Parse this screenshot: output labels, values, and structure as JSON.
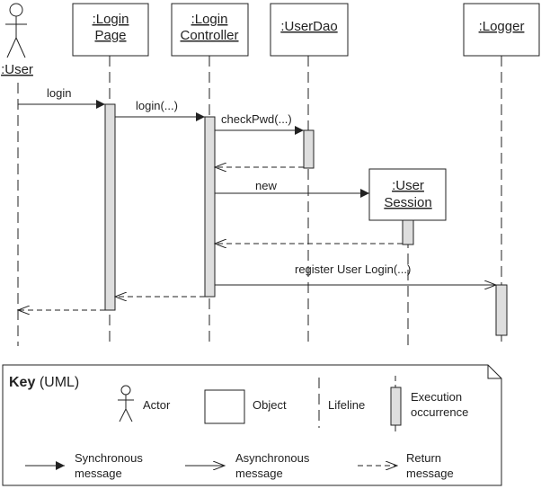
{
  "actor": {
    "label": ":User"
  },
  "objects": [
    {
      "id": "login-page",
      "line1": ":Login",
      "line2": "Page"
    },
    {
      "id": "login-controller",
      "line1": ":Login",
      "line2": "Controller"
    },
    {
      "id": "user-dao",
      "line1": ":UserDao"
    },
    {
      "id": "user-session",
      "line1": ":User",
      "line2": "Session"
    },
    {
      "id": "logger",
      "line1": ":Logger"
    }
  ],
  "messages": {
    "login": "login",
    "login_args": "login(...)",
    "check_pwd": "checkPwd(...)",
    "new": "new",
    "register": "register User Login(...)"
  },
  "key": {
    "title_bold": "Key",
    "title_rest": "(UML)",
    "actor": "Actor",
    "object": "Object",
    "lifeline": "Lifeline",
    "execution": [
      "Execution",
      "occurrence"
    ],
    "synchronous": [
      "Synchronous",
      "message"
    ],
    "asynchronous": [
      "Asynchronous",
      "message"
    ],
    "return": [
      "Return",
      "message"
    ]
  },
  "colors": {
    "line": "#222222",
    "activation_fill": "#dedede",
    "background": "#ffffff"
  }
}
